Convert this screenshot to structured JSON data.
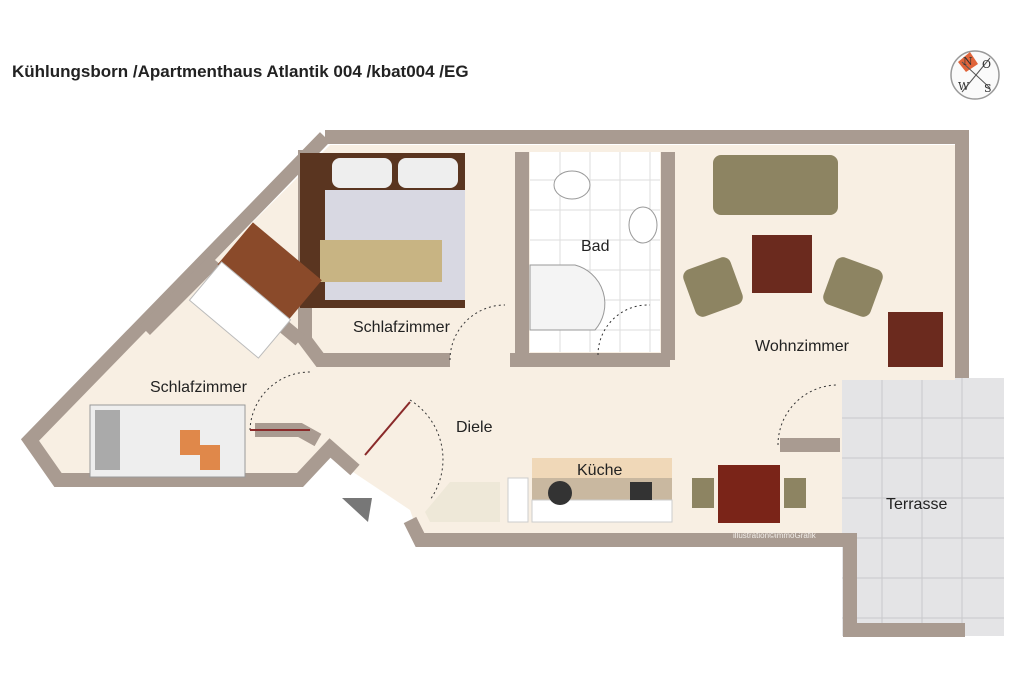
{
  "title": "Kühlungsborn /Apartmenthaus Atlantik 004 /kbat004 /EG",
  "compass": {
    "north": "N",
    "east": "O",
    "south": "S",
    "west": "W"
  },
  "rooms": {
    "schlafzimmer_1": "Schlafzimmer",
    "schlafzimmer_2": "Schlafzimmer",
    "bad": "Bad",
    "wohnzimmer": "Wohnzimmer",
    "diele": "Diele",
    "kueche": "Küche",
    "terrasse": "Terrasse"
  },
  "credit": "illustration©immoGrafik",
  "colors": {
    "wall": "#a99b91",
    "floor": "#f8efe3",
    "terrace": "#e4e4e6"
  }
}
